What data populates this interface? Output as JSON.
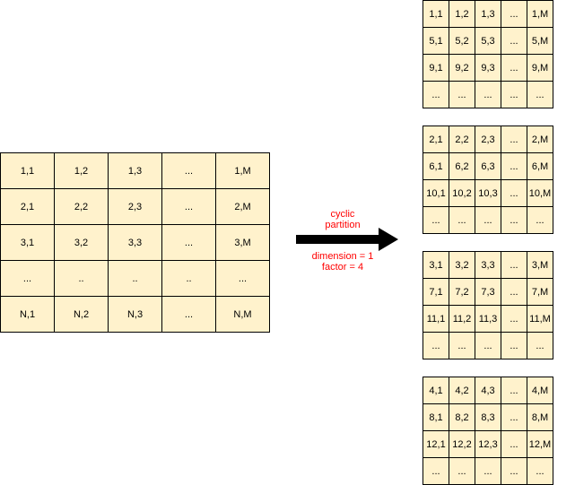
{
  "source_matrix": {
    "rows": [
      [
        "1,1",
        "1,2",
        "1,3",
        "...",
        "1,M"
      ],
      [
        "2,1",
        "2,2",
        "2,3",
        "...",
        "2,M"
      ],
      [
        "3,1",
        "3,2",
        "3,3",
        "...",
        "3,M"
      ],
      [
        "...",
        "..",
        "..",
        "..",
        "..."
      ],
      [
        "N,1",
        "N,2",
        "N,3",
        "...",
        "N,M"
      ]
    ]
  },
  "arrow": {
    "operation_line1": "cyclic",
    "operation_line2": "partition",
    "param_line1": "dimension = 1",
    "param_line2": "factor = 4"
  },
  "partitions": [
    {
      "rows": [
        [
          "1,1",
          "1,2",
          "1,3",
          "...",
          "1,M"
        ],
        [
          "5,1",
          "5,2",
          "5,3",
          "...",
          "5,M"
        ],
        [
          "9,1",
          "9,2",
          "9,3",
          "...",
          "9,M"
        ],
        [
          "...",
          "...",
          "...",
          "...",
          "..."
        ]
      ]
    },
    {
      "rows": [
        [
          "2,1",
          "2,2",
          "2,3",
          "...",
          "2,M"
        ],
        [
          "6,1",
          "6,2",
          "6,3",
          "...",
          "6,M"
        ],
        [
          "10,1",
          "10,2",
          "10,3",
          "...",
          "10,M"
        ],
        [
          "...",
          "...",
          "...",
          "...",
          "..."
        ]
      ]
    },
    {
      "rows": [
        [
          "3,1",
          "3,2",
          "3,3",
          "...",
          "3,M"
        ],
        [
          "7,1",
          "7,2",
          "7,3",
          "...",
          "7,M"
        ],
        [
          "11,1",
          "11,2",
          "11,3",
          "...",
          "11,M"
        ],
        [
          "...",
          "...",
          "...",
          "...",
          "..."
        ]
      ]
    },
    {
      "rows": [
        [
          "4,1",
          "4,2",
          "4,3",
          "...",
          "4,M"
        ],
        [
          "8,1",
          "8,2",
          "8,3",
          "...",
          "8,M"
        ],
        [
          "12,1",
          "12,2",
          "12,3",
          "...",
          "12,M"
        ],
        [
          "...",
          "...",
          "...",
          "...",
          "..."
        ]
      ]
    }
  ],
  "colors": {
    "cell_fill": "#fff2cc",
    "border": "#000000",
    "label_text": "#ff0000",
    "arrow": "#000000"
  }
}
